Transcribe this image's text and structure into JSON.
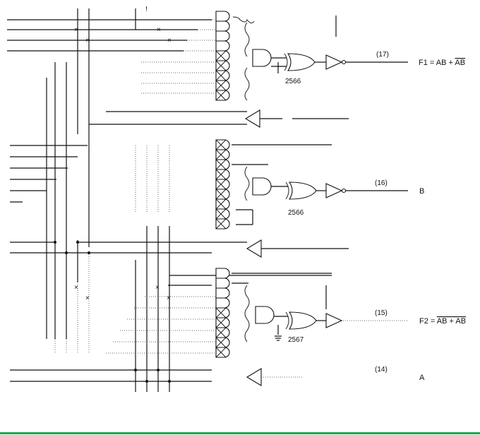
{
  "outputs": [
    {
      "pin": "(17)",
      "function": "F1 = AB + ĀB̄",
      "function_main": "F1 = AB + ",
      "function_bar": "AB",
      "part": "2566"
    },
    {
      "pin": "(16)",
      "function": "B",
      "part": "2566"
    },
    {
      "pin": "(15)",
      "function": "F2 = AB + AB (overbar)",
      "function_main": "F2 = ",
      "function_bar": "AB + AB",
      "part": "2567"
    },
    {
      "pin": "(14)",
      "function": "A"
    }
  ],
  "colors": {
    "wire": "#111111",
    "footer_rule": "#1aa84a"
  },
  "icons": [
    "and-gate-icon",
    "xor-gate-icon",
    "buffer-icon",
    "ground-icon",
    "fuse-cross-icon"
  ]
}
